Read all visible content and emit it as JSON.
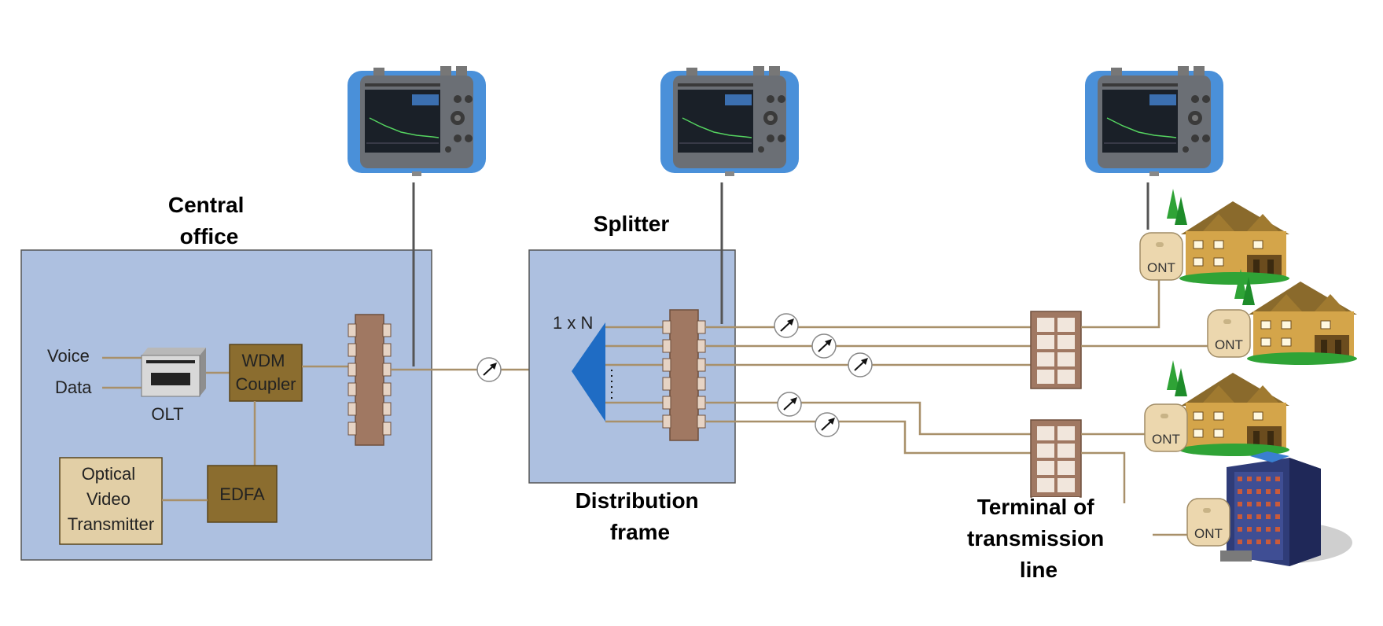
{
  "labels": {
    "central_office": [
      "Central",
      "office"
    ],
    "splitter": "Splitter",
    "distribution_frame": [
      "Distribution",
      "frame"
    ],
    "terminal": [
      "Terminal of",
      "transmission",
      "line"
    ],
    "voice": "Voice",
    "data": "Data",
    "olt": "OLT",
    "wdm": [
      "WDM",
      "Coupler"
    ],
    "edfa": "EDFA",
    "optical_video": [
      "Optical",
      "Video",
      "Transmitter"
    ],
    "split_ratio": "1 x N",
    "ont": "ONT"
  },
  "devices": {
    "otdr_count": 3,
    "ont_count": 4
  },
  "colors": {
    "box_fill": "#adc0e0",
    "component_brown": "#8b6d2f",
    "fiber": "#a8906a",
    "panel": "#a07862",
    "splitter_blue": "#1f6cc4",
    "otdr_blue": "#4a90d9",
    "ont_beige": "#ecd7ae"
  }
}
